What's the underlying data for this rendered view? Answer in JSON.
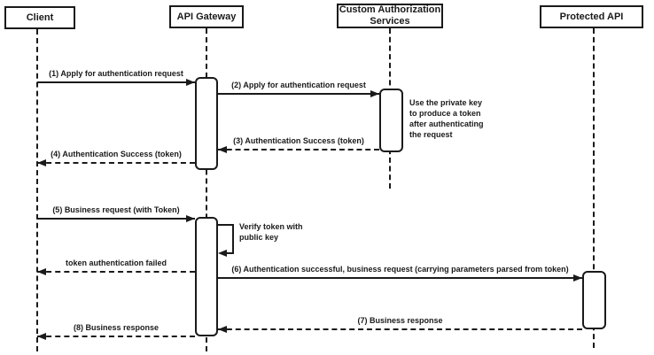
{
  "diagram": {
    "actors": [
      {
        "name": "Client"
      },
      {
        "name": "API Gateway"
      },
      {
        "name": "Custom Authorization Services"
      },
      {
        "name": "Protected API"
      }
    ],
    "messages": [
      {
        "label": "(1) Apply for authentication request",
        "type": "solid",
        "from": "Client",
        "to": "API Gateway"
      },
      {
        "label": "(2) Apply for authentication request",
        "type": "solid",
        "from": "API Gateway",
        "to": "Custom Authorization Services"
      },
      {
        "label": "(3) Authentication Success (token)",
        "type": "dashed",
        "from": "Custom Authorization Services",
        "to": "API Gateway"
      },
      {
        "label": "(4) Authentication Success (token)",
        "type": "dashed",
        "from": "API Gateway",
        "to": "Client"
      },
      {
        "label": "(5) Business request (with Token)",
        "type": "solid",
        "from": "Client",
        "to": "API Gateway"
      },
      {
        "label": "token authentication failed",
        "type": "dashed",
        "from": "API Gateway",
        "to": "Client"
      },
      {
        "label": "(6) Authentication successful, business request (carrying parameters parsed from token)",
        "type": "solid",
        "from": "API Gateway",
        "to": "Protected API"
      },
      {
        "label": "(7) Business response",
        "type": "dashed",
        "from": "Protected API",
        "to": "API Gateway"
      },
      {
        "label": "(8) Business response",
        "type": "dashed",
        "from": "API Gateway",
        "to": "Client"
      }
    ],
    "notes": [
      {
        "text": "Use the private key to produce a token after authenticating the request"
      },
      {
        "text": "Verify token with public key"
      }
    ],
    "colors": {
      "line": "#1a1a1a",
      "background": "#ffffff",
      "box_fill": "#ffffff"
    }
  }
}
